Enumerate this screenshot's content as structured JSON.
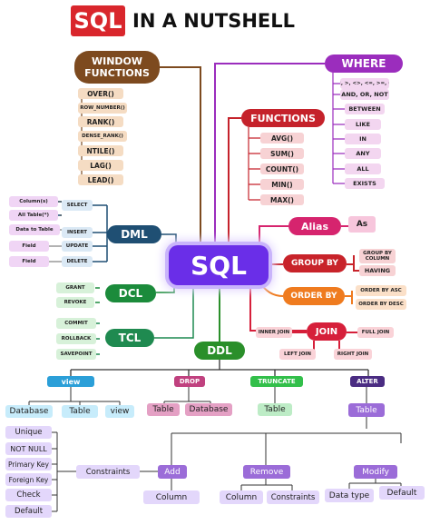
{
  "title": {
    "sql": "SQL",
    "rest": "IN A NUTSHELL"
  },
  "colors": {
    "title_red": "#d9262c",
    "window": "#7d4a1f",
    "functions": "#c5222b",
    "where": "#9b2dbd",
    "dml": "#1f4f73",
    "dcl": "#1b8b3b",
    "tcl": "#1f8a50",
    "ddl": "#2a8f2a",
    "alias": "#d6246e",
    "groupby": "#c8232a",
    "orderby": "#ef7b1f",
    "join": "#d61f3a",
    "sql_center": "#6a2ee8"
  },
  "center": "SQL",
  "window_functions": {
    "label": "WINDOW FUNCTIONS",
    "items": [
      "OVER()",
      "ROW_NUMBER()",
      "RANK()",
      "DENSE_RANK()",
      "NTILE()",
      "LAG()",
      "LEAD()"
    ]
  },
  "functions": {
    "label": "FUNCTIONS",
    "items": [
      "AVG()",
      "SUM()",
      "COUNT()",
      "MIN()",
      "MAX()"
    ]
  },
  "where": {
    "label": "WHERE",
    "items": [
      "<, >, <>, <=, >=, =",
      "AND, OR, NOT",
      "BETWEEN",
      "LIKE",
      "IN",
      "ANY",
      "ALL",
      "EXISTS"
    ]
  },
  "dml": {
    "label": "DML",
    "items": [
      {
        "desc": "Column(s)",
        "cmd": "SELECT"
      },
      {
        "desc": "All Table(*)",
        "cmd": ""
      },
      {
        "desc": "Data to Table",
        "cmd": "INSERT"
      },
      {
        "desc": "Field",
        "cmd": "UPDATE"
      },
      {
        "desc": "Field",
        "cmd": "DELETE"
      }
    ]
  },
  "dcl": {
    "label": "DCL",
    "items": [
      "GRANT",
      "REVOKE"
    ]
  },
  "tcl": {
    "label": "TCL",
    "items": [
      "COMMIT",
      "ROLLBACK",
      "SAVEPOINT"
    ]
  },
  "alias": {
    "label": "Alias",
    "item": "As"
  },
  "group_by": {
    "label": "GROUP BY",
    "items": [
      "GROUP BY COLUMN",
      "HAVING"
    ]
  },
  "order_by": {
    "label": "ORDER BY",
    "items": [
      "ORDER BY ASC",
      "ORDER BY DESC"
    ]
  },
  "join": {
    "label": "JOIN",
    "items": [
      "INNER JOIN",
      "FULL JOIN",
      "LEFT JOIN",
      "RIGHT JOIN"
    ]
  },
  "ddl": {
    "label": "DDL",
    "view": {
      "label": "view",
      "items": [
        "Database",
        "Table",
        "view"
      ]
    },
    "drop": {
      "label": "DROP",
      "items": [
        "Table",
        "Database"
      ]
    },
    "truncate": {
      "label": "TRUNCATE",
      "items": [
        "Table"
      ]
    },
    "alter": {
      "label": "ALTER",
      "item": "Table",
      "constraints": {
        "label": "Constraints",
        "items": [
          "Unique",
          "NOT NULL",
          "Primary Key",
          "Foreign Key",
          "Check",
          "Default"
        ]
      },
      "add": {
        "label": "Add",
        "items": [
          "Column"
        ]
      },
      "remove": {
        "label": "Remove",
        "items": [
          "Column",
          "Constraints"
        ]
      },
      "modify": {
        "label": "Modify",
        "items": [
          "Data type",
          "Default"
        ]
      }
    }
  }
}
